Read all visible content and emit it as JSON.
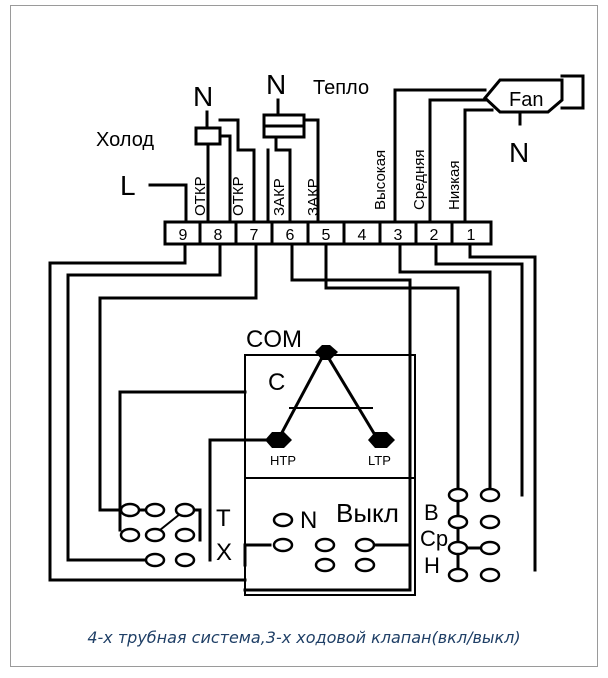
{
  "labels": {
    "n1": "N",
    "n2": "N",
    "n_fan": "N",
    "n_switch": "N",
    "heat": "Тепло",
    "cold": "Холод",
    "l": "L",
    "fan": "Fan",
    "com": "COM",
    "c": "C",
    "htp": "HTP",
    "ltp": "LTP",
    "t": "T",
    "x": "X",
    "off": "Выкл",
    "b": "B",
    "cp": "Cp",
    "h": "H"
  },
  "vertical_labels": {
    "t9": "ОТКР",
    "t8": "ОТКР",
    "t7": "ЗАКР",
    "t6": "ЗАКР",
    "t4": "Высокая",
    "t3": "Средняя",
    "t2": "Низкая"
  },
  "terminals": [
    "9",
    "8",
    "7",
    "6",
    "5",
    "4",
    "3",
    "2",
    "1"
  ],
  "caption": "4-х трубная система,3-х ходовой клапан(вкл/выкл)"
}
